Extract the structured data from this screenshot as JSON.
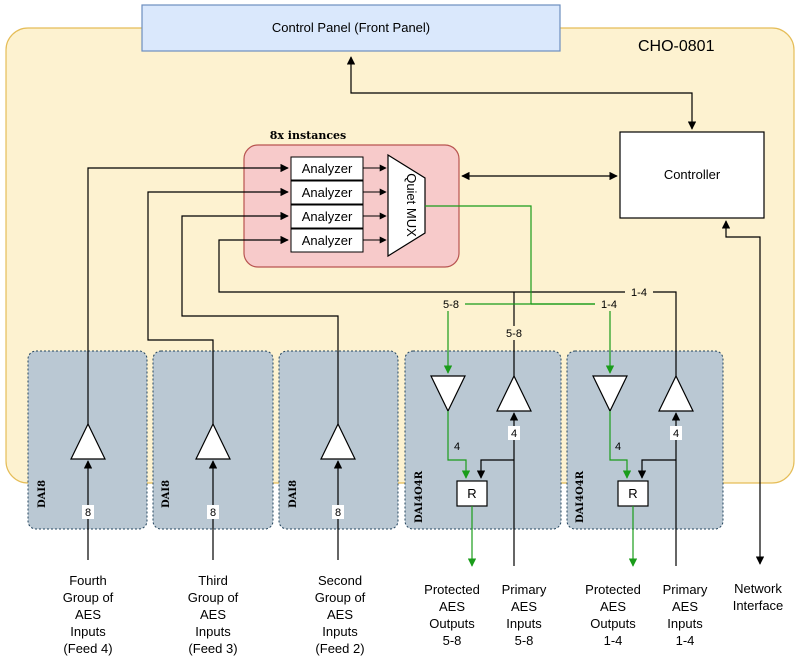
{
  "control_panel": {
    "label": "Control Panel (Front Panel)"
  },
  "device": {
    "name": "CHO-0801"
  },
  "controller": {
    "label": "Controller"
  },
  "analyzer_group": {
    "instances_label": "8x instances",
    "analyzers": [
      "Analyzer",
      "Analyzer",
      "Analyzer",
      "Analyzer"
    ],
    "mux_label": "Quiet MUX"
  },
  "cards": [
    {
      "label": "DAI8"
    },
    {
      "label": "DAI8"
    },
    {
      "label": "DAI8"
    },
    {
      "label": "DAI4O4R"
    },
    {
      "label": "DAI4O4R"
    }
  ],
  "channel_counts": {
    "dai8": [
      "8",
      "8",
      "8"
    ],
    "input_4": "4",
    "output_4": "4",
    "range_1": "5-8",
    "range_1_input": "5-8",
    "range_2": "1-4",
    "range_2_input": "1-4"
  },
  "relay_label": "R",
  "bottom_labels": {
    "feed4": [
      "Fourth",
      "Group of",
      "AES",
      "Inputs",
      "(Feed 4)"
    ],
    "feed3": [
      "Third",
      "Group of",
      "AES",
      "Inputs",
      "(Feed 3)"
    ],
    "feed2": [
      "Second",
      "Group of",
      "AES",
      "Inputs",
      "(Feed 2)"
    ],
    "protected_5_8": [
      "Protected",
      "AES",
      "Outputs",
      "5-8"
    ],
    "primary_5_8": [
      "Primary",
      "AES",
      "Inputs",
      "5-8"
    ],
    "protected_1_4": [
      "Protected",
      "AES",
      "Outputs",
      "1-4"
    ],
    "primary_1_4": [
      "Primary",
      "AES",
      "Inputs",
      "1-4"
    ],
    "network": [
      "Network",
      "Interface"
    ]
  },
  "colors": {
    "device_fill": "#fdf2d0",
    "device_stroke": "#e5bd58",
    "panel_fill": "#dae8fc",
    "panel_stroke": "#6c8ebf",
    "group_fill": "#f7caca",
    "group_stroke": "#b85450",
    "card_fill": "#bac8d3",
    "card_stroke": "#23445d",
    "green": "#1a9c1a"
  }
}
